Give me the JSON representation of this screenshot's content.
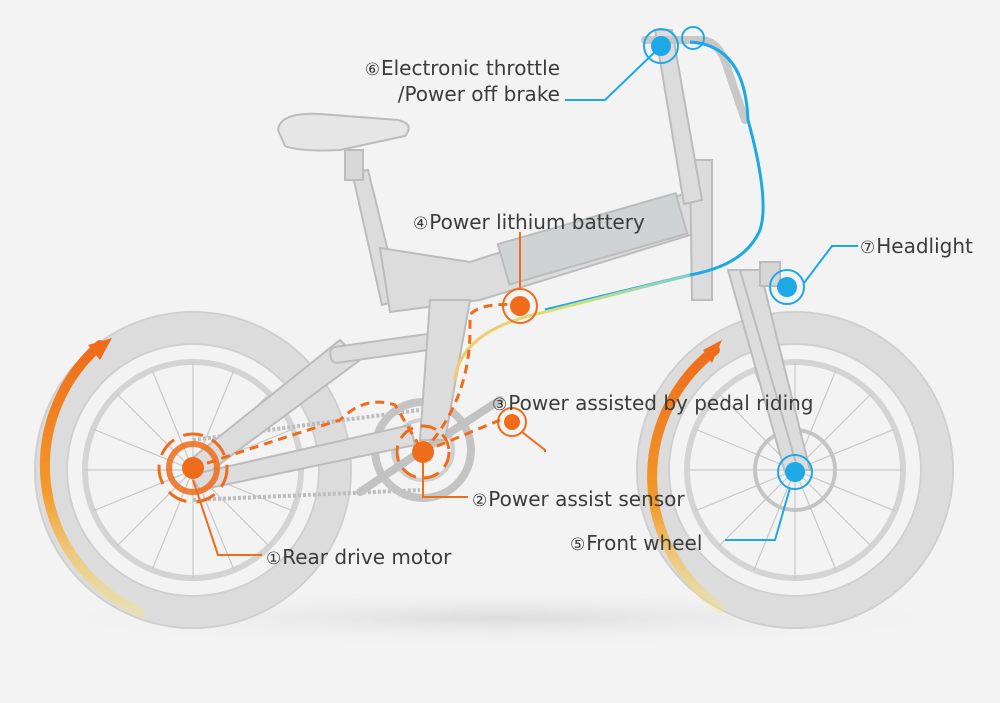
{
  "colors": {
    "orange": "#ef6c1a",
    "blue": "#1da8e6",
    "frame": "#c7c7c7",
    "background": "#f3f3f3",
    "label": "#3c3c3c",
    "yellow_green": "#d6e07a"
  },
  "labels": {
    "throttle": {
      "num": "⑥",
      "line1": "Electronic throttle",
      "line2": "/Power off brake",
      "color": "#1da8e6"
    },
    "battery": {
      "num": "④",
      "text": "Power lithium battery",
      "color": "#ef6c1a"
    },
    "headlight": {
      "num": "⑦",
      "text": "Headlight",
      "color": "#1da8e6"
    },
    "pedal": {
      "num": "③",
      "text": "Power assisted by pedal riding",
      "color": "#ef6c1a"
    },
    "sensor": {
      "num": "②",
      "text": "Power assist sensor",
      "color": "#ef6c1a"
    },
    "front_wheel": {
      "num": "⑤",
      "text": "Front wheel",
      "color": "#1da8e6"
    },
    "rear_motor": {
      "num": "①",
      "text": "Rear drive motor",
      "color": "#ef6c1a"
    }
  }
}
